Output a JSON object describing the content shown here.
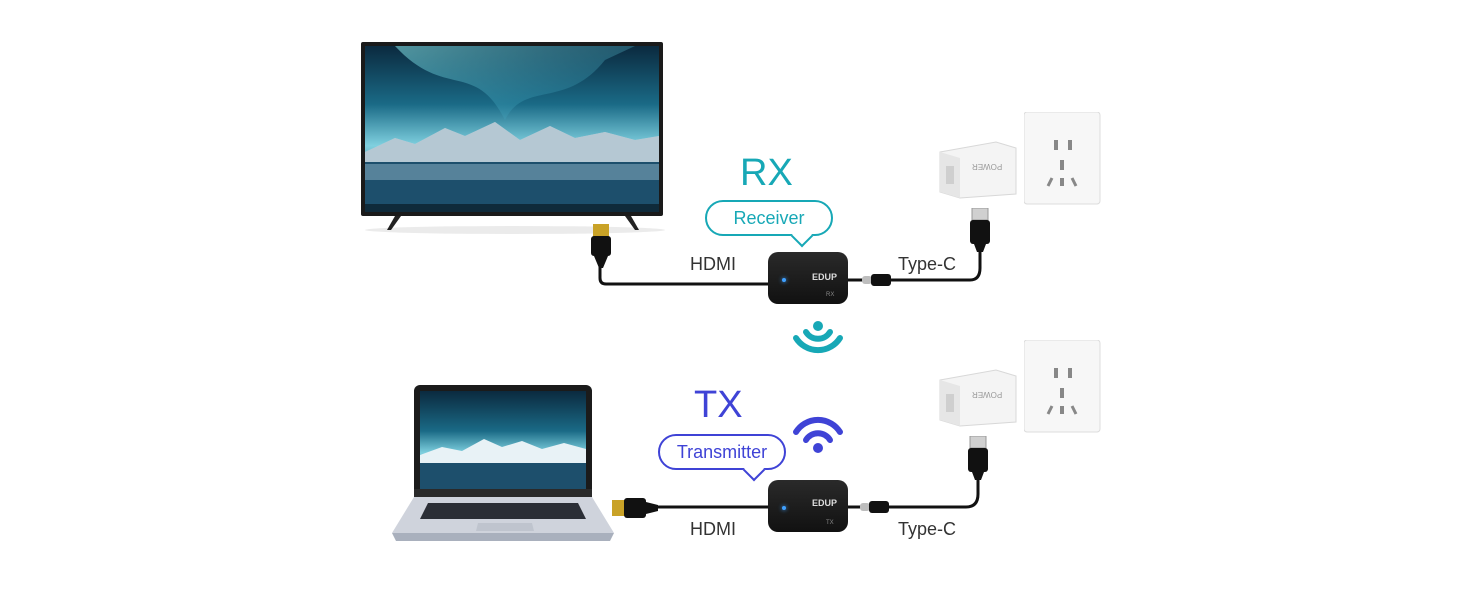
{
  "receiver": {
    "code": "RX",
    "name": "Receiver",
    "hdmi_label": "HDMI",
    "power_label": "Type-C",
    "color": "#17a8b6"
  },
  "transmitter": {
    "code": "TX",
    "name": "Transmitter",
    "hdmi_label": "HDMI",
    "power_label": "Type-C",
    "color": "#3f43d6"
  },
  "device_brand": "EDUP",
  "charger_text": "POWER",
  "icons": {
    "receiver_signal": "wifi-signal-icon-downward",
    "transmitter_signal": "wifi-signal-icon"
  }
}
